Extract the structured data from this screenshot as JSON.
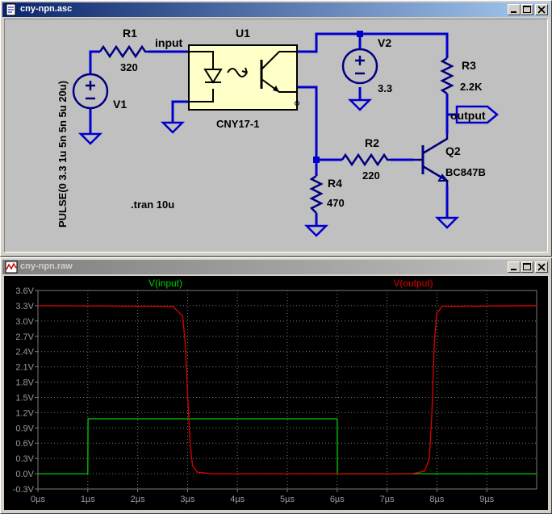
{
  "schematic_window": {
    "title": "cny-npn.asc",
    "labels": {
      "r1_name": "R1",
      "r1_value": "320",
      "net_input": "input",
      "u1_name": "U1",
      "u1_part": "CNY17-1",
      "v1_name": "V1",
      "v1_source": "PULSE(0 3.3 1u 5n 5n 5u 20u)",
      "v2_name": "V2",
      "v2_value": "3.3",
      "r3_name": "R3",
      "r3_value": "2.2K",
      "net_output": "output",
      "r2_name": "R2",
      "r2_value": "220",
      "q2_name": "Q2",
      "q2_part": "BC847B",
      "r4_name": "R4",
      "r4_value": "470",
      "directive": ".tran 10u"
    }
  },
  "plot_window": {
    "title": "cny-npn.raw"
  },
  "colors": {
    "wire": "#0000cc",
    "component": "#000080",
    "u1_fill": "#ffffc8",
    "input_trace": "#00cc00",
    "output_trace": "#e00000",
    "plot_bg": "#000000",
    "grid": "#7a7a7a"
  },
  "chart_data": {
    "type": "line",
    "xlabel": "",
    "ylabel": "",
    "xlim": [
      0,
      10
    ],
    "ylim": [
      -0.3,
      3.6
    ],
    "x_unit": "µs",
    "y_unit": "V",
    "x_ticks": [
      "0µs",
      "1µs",
      "2µs",
      "3µs",
      "4µs",
      "5µs",
      "6µs",
      "7µs",
      "8µs",
      "9µs"
    ],
    "y_ticks": [
      "3.6V",
      "3.3V",
      "3.0V",
      "2.7V",
      "2.4V",
      "2.1V",
      "1.8V",
      "1.5V",
      "1.2V",
      "0.9V",
      "0.6V",
      "0.3V",
      "0.0V",
      "-0.3V"
    ],
    "legend": "top",
    "series": [
      {
        "name": "V(input)",
        "color": "#00cc00",
        "x": [
          0,
          1.0,
          1.005,
          6.0,
          6.005,
          10
        ],
        "y": [
          0,
          0,
          1.08,
          1.08,
          0,
          0
        ]
      },
      {
        "name": "V(output)",
        "color": "#e00000",
        "x": [
          0,
          2.7,
          2.9,
          2.95,
          3.0,
          3.05,
          3.1,
          3.2,
          3.5,
          7.5,
          7.75,
          7.85,
          7.9,
          7.95,
          8.0,
          8.1,
          10
        ],
        "y": [
          3.3,
          3.29,
          3.1,
          2.6,
          1.6,
          0.6,
          0.15,
          0.03,
          0.0,
          0.0,
          0.05,
          0.3,
          1.2,
          2.6,
          3.15,
          3.29,
          3.3
        ]
      }
    ]
  }
}
